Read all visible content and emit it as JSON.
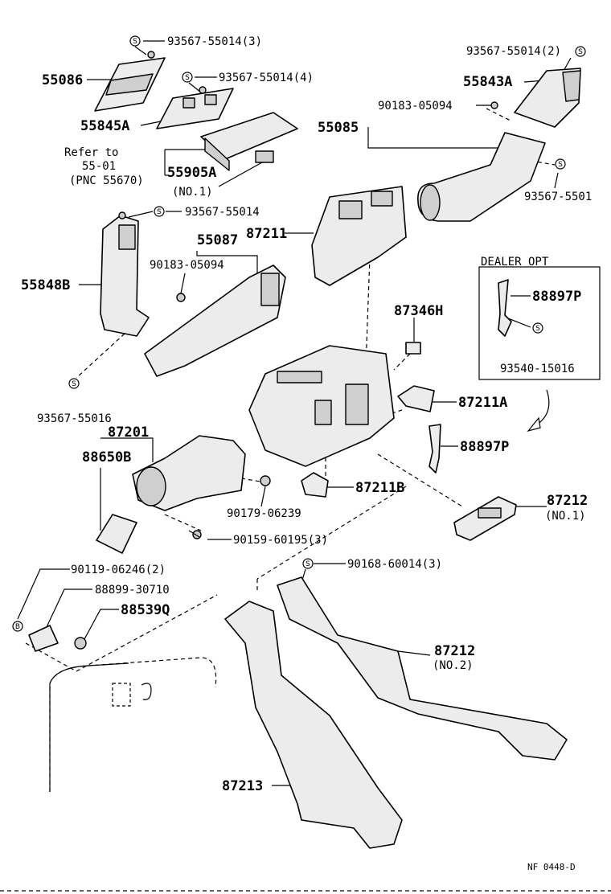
{
  "callouts": {
    "c_93567_3": "93567-55014(3)",
    "c_55086": "55086",
    "c_93567_4": "93567-55014(4)",
    "c_55845a": "55845A",
    "c_refer1": "Refer to",
    "c_refer2": "55-01",
    "c_refer3": "(PNC 55670)",
    "c_55905a": "55905A",
    "c_no1_a": "(NO.1)",
    "c_93567_2": "93567-55014(2)",
    "c_55843a": "55843A",
    "c_90183_r": "90183-05094",
    "c_55085": "55085",
    "c_93567_r": "93567-5501",
    "c_93567_l": "93567-55014",
    "c_55087": "55087",
    "c_87211": "87211",
    "c_90183_l": "90183-05094",
    "c_55848b": "55848B",
    "c_dealer": "DEALER OPT",
    "c_88897p_a": "88897P",
    "c_87346h": "87346H",
    "c_93540": "93540-15016",
    "c_87211a": "87211A",
    "c_93567_55016": "93567-55016",
    "c_87201": "87201",
    "c_88650b": "88650B",
    "c_88897p_b": "88897P",
    "c_87211b": "87211B",
    "c_87212_1": "87212",
    "c_87212_1n": "(NO.1)",
    "c_90179": "90179-06239",
    "c_90159": "90159-60195(3)",
    "c_90168": "90168-60014(3)",
    "c_90119": "90119-06246(2)",
    "c_88899": "88899-30710",
    "c_88539q": "88539Q",
    "c_87212_2": "87212",
    "c_87212_2n": "(NO.2)",
    "c_87213": "87213",
    "c_footer": "NF 0448-D"
  },
  "symbols": {
    "s": "S",
    "b": "B"
  }
}
